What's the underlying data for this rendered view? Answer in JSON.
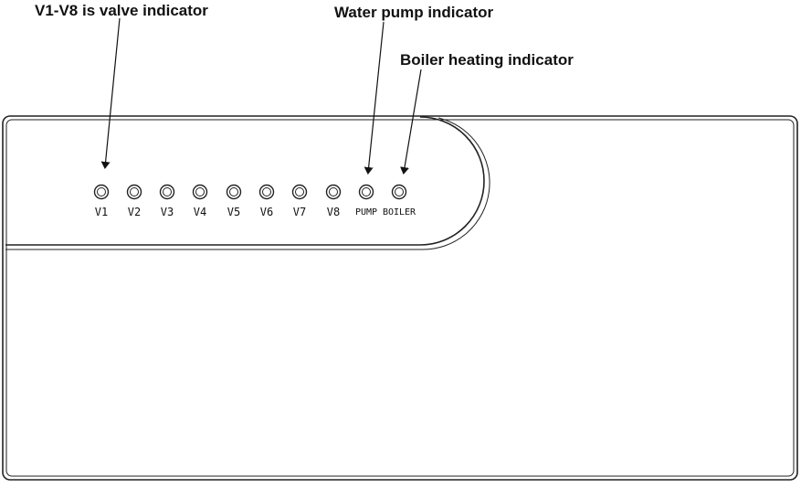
{
  "callouts": {
    "valve": "V1-V8 is valve indicator",
    "pump": "Water pump indicator",
    "boiler": "Boiler heating indicator"
  },
  "indicators": [
    {
      "id": "v1",
      "label": "V1"
    },
    {
      "id": "v2",
      "label": "V2"
    },
    {
      "id": "v3",
      "label": "V3"
    },
    {
      "id": "v4",
      "label": "V4"
    },
    {
      "id": "v5",
      "label": "V5"
    },
    {
      "id": "v6",
      "label": "V6"
    },
    {
      "id": "v7",
      "label": "V7"
    },
    {
      "id": "v8",
      "label": "V8"
    },
    {
      "id": "pump",
      "label": "PUMP"
    },
    {
      "id": "boiler",
      "label": "BOILER"
    }
  ]
}
